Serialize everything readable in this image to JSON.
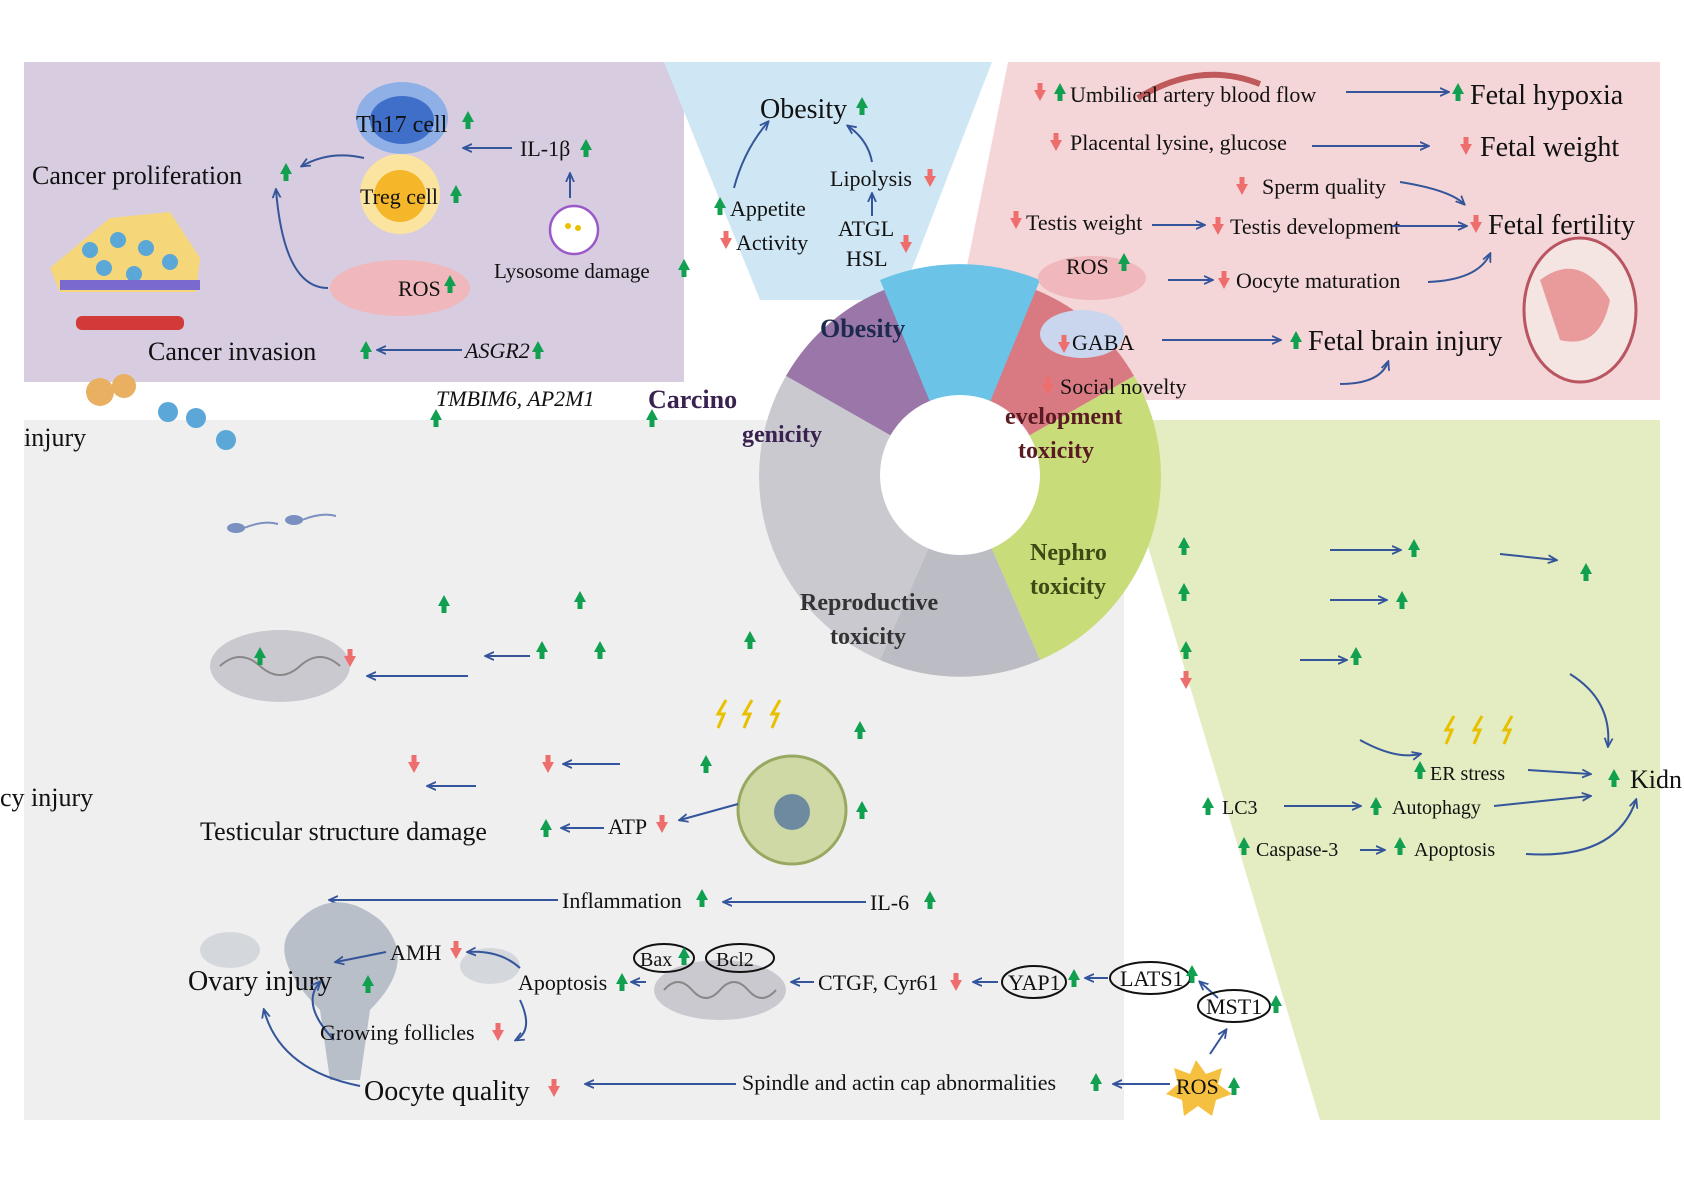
{
  "colors": {
    "up": "#10a050",
    "down": "#ee6e6e",
    "arrow": "#34559a",
    "carcino": "#d8cde0",
    "obesity": "#bfe0f2",
    "develop": "#f4cfd2",
    "repro": "#f2f2f2",
    "nephro": "#d9e9a4"
  },
  "center": {
    "obesity": "Obesity",
    "carcino": "Carcino",
    "develop": "evelopment",
    "develop2": "toxicity",
    "nephro": "Nephro",
    "nephro2": "toxicity",
    "repro": "Reproductive",
    "repro2": "toxicity",
    "carcino2": "genicity",
    "obesity2": "Obesity"
  },
  "carcino": {
    "th17": "Th17 cell",
    "il1b": "IL-1β",
    "cancer_prolif": "Cancer proliferation",
    "treg": "Treg cell",
    "ros": "ROS",
    "lysosome": "Lysosome damage",
    "cancer_invasion": "Cancer invasion",
    "asgr2": "ASGR2",
    "tmbim": "TMBIM6, AP2M1",
    "liver_injury": "injury"
  },
  "obesity": {
    "title": "Obesity",
    "appetite": "Appetite",
    "activity": "Activity",
    "lipolysis": "Lipolysis",
    "atgl": "ATGL",
    "hsl": "HSL"
  },
  "develop": {
    "umbilical": "Umbilical artery blood flow",
    "hypoxia": "Fetal hypoxia",
    "placental": "Placental lysine, glucose",
    "fetal_weight": "Fetal weight",
    "sperm": "Sperm quality",
    "testis_weight": "Testis weight",
    "testis_dev": "Testis development",
    "fetal_fertility": "Fetal fertility",
    "ros": "ROS",
    "oocyte_mat": "Oocyte maturation",
    "gaba": "GABA",
    "brain_injury": "Fetal brain injury",
    "social": "Social novelty"
  },
  "repro": {
    "testicular": "Testicular structure damage",
    "atp": "ATP",
    "inflammation": "Inflammation",
    "il6": "IL-6",
    "amh": "AMH",
    "ovary": "Ovary injury",
    "apoptosis": "Apoptosis",
    "bax": "Bax",
    "bcl2": "Bcl2",
    "ctgf": "CTGF, Cyr61",
    "yap1": "YAP1",
    "lats1": "LATS1",
    "mst1": "MST1",
    "follicles": "Growing follicles",
    "oocyte_quality": "Oocyte quality",
    "spindle": "Spindle and actin cap abnormalities",
    "ros": "ROS",
    "cy_injury": "cy injury"
  },
  "nephro": {
    "er": "ER stress",
    "lc3": "LC3",
    "autophagy": "Autophagy",
    "caspase": "Caspase-3",
    "apoptosis": "Apoptosis",
    "kidney": "Kidn"
  }
}
